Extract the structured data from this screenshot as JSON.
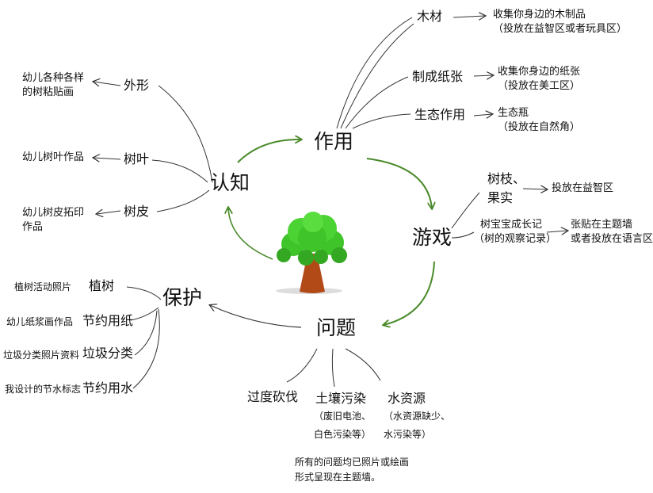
{
  "center": {
    "tree_icon": "tree-illustration"
  },
  "hub": {
    "renzhi": "认知",
    "zuoyong": "作用",
    "youxi": "游戏",
    "wenti": "问题",
    "baohu": "保护"
  },
  "renzhi": {
    "waixing": "外形",
    "waixing_act_1": "幼儿各种各样",
    "waixing_act_2": "的树粘贴画",
    "shuye": "树叶",
    "shuye_act": "幼儿树叶作品",
    "shupi": "树皮",
    "shupi_act_1": "幼儿树皮拓印",
    "shupi_act_2": "作品"
  },
  "zuoyong": {
    "mucai": "木材",
    "mucai_act_1": "收集你身边的木制品",
    "mucai_act_2": "（投放在益智区或者玩具区）",
    "zhizhang": "制成纸张",
    "zhizhang_act_1": "收集你身边的纸张",
    "zhizhang_act_2": "（投放在美工区）",
    "shengtai": "生态作用",
    "shengtai_act_1": "生态瓶",
    "shengtai_act_2": "（投放在自然角）"
  },
  "youxi": {
    "shuzhi_1": "树枝、",
    "shuzhi_2": "果实",
    "shuzhi_act": "投放在益智区",
    "chengzhang_1": "树宝宝成长记",
    "chengzhang_2": "（树的观察记录）",
    "chengzhang_act_1": "张贴在主题墙",
    "chengzhang_act_2": "或者投放在语言区"
  },
  "wenti": {
    "kanfa": "过度砍伐",
    "turang": "土壤污染",
    "turang_note_1": "（废旧电池、",
    "turang_note_2": "白色污染等）",
    "shuiziyuan": "水资源",
    "shuiziyuan_note_1": "（水资源缺少、",
    "shuiziyuan_note_2": "水污染等）",
    "summary_1": "所有的问题均已照片或绘画",
    "summary_2": "形式呈现在主题墙。"
  },
  "baohu": {
    "zhishu": "植树",
    "zhishu_act": "植树活动照片",
    "jieyue_zhi": "节约用纸",
    "jieyue_zhi_act": "幼儿纸浆画作品",
    "laji": "垃圾分类",
    "laji_act": "垃圾分类照片资料",
    "jieyue_shui": "节约用水",
    "jieyue_shui_act": "我设计的节水标志"
  },
  "colors": {
    "arrow_green": "#4a8a2a",
    "line": "#333333",
    "canopy": "#3fc42a",
    "trunk": "#b24a18"
  }
}
